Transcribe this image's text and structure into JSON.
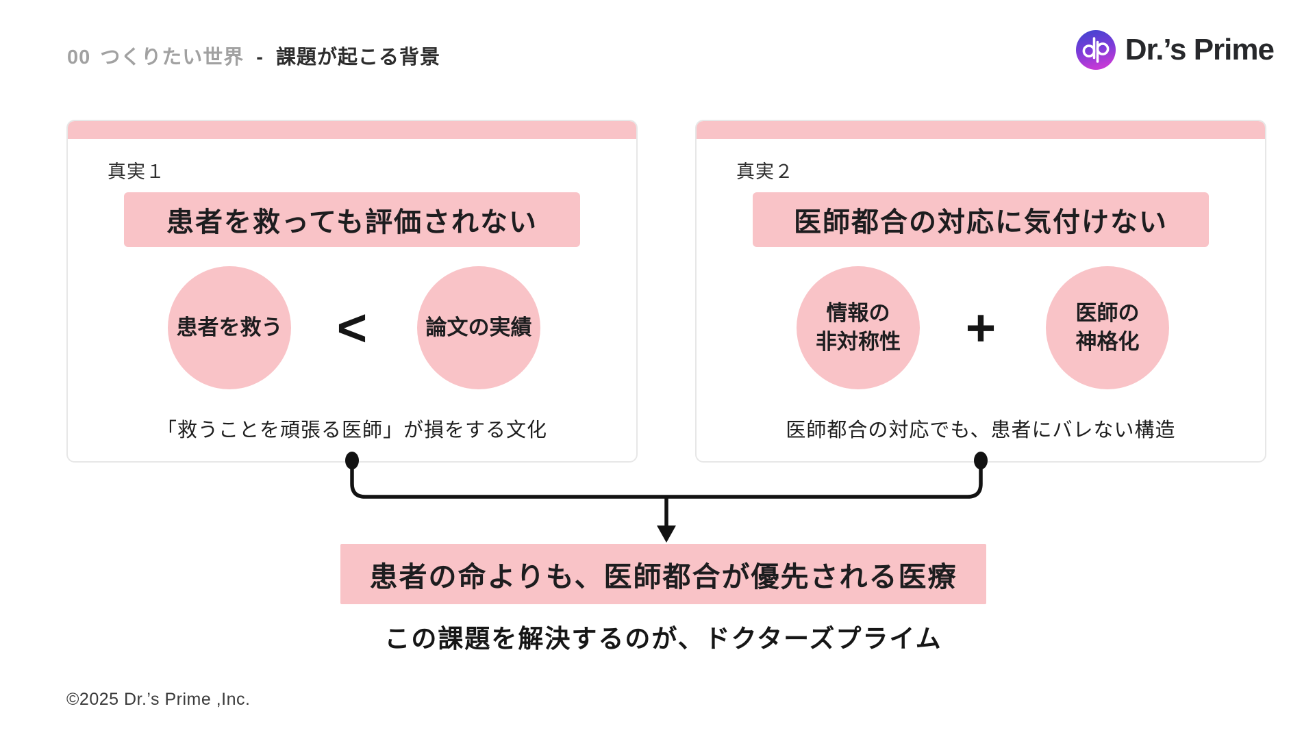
{
  "colors": {
    "pink": "#f9c3c7",
    "card_border": "#e7e7e7",
    "text_dark": "#1d1d1f",
    "text_gray": "#a1a1a1",
    "connector": "#121212",
    "logo_gradient_top": "#3d46cf",
    "logo_gradient_bottom": "#c23ad6"
  },
  "header": {
    "section_number": "00",
    "section_title": "つくりたい世界",
    "separator": "-",
    "page_title": "課題が起こる背景"
  },
  "logo": {
    "icon": "drs-prime-monogram",
    "text": "Dr.’s Prime"
  },
  "cards": [
    {
      "label": "真実１",
      "headline": "患者を救っても評価されない",
      "left_circle": "患者を救う",
      "operator": "<",
      "right_circle": "論文の実績",
      "caption": "「救うことを頑張る医師」が損をする文化"
    },
    {
      "label": "真実２",
      "headline": "医師都合の対応に気付けない",
      "left_circle": "情報の\n非対称性",
      "operator": "+",
      "right_circle": "医師の\n神格化",
      "caption": "医師都合の対応でも、患者にバレない構造"
    }
  ],
  "conclusion": {
    "banner": "患者の命よりも、医師都合が優先される医療",
    "subtext": "この課題を解決するのが、ドクターズプライム"
  },
  "footer": {
    "copyright": "©2025 Dr.’s Prime ,Inc."
  }
}
